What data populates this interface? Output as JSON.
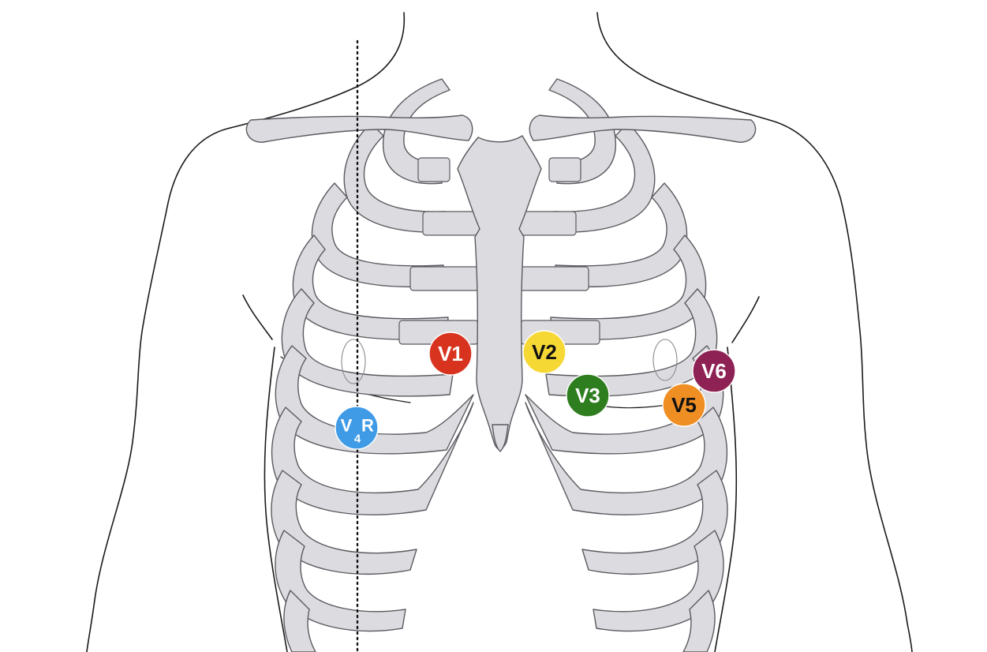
{
  "electrodes": [
    {
      "id": "v1",
      "label": "V1",
      "color": "#d8331f",
      "text_color": "#ffffff"
    },
    {
      "id": "v2",
      "label": "V2",
      "color": "#f6d835",
      "text_color": "#111111"
    },
    {
      "id": "v3",
      "label": "V3",
      "color": "#2e7d1f",
      "text_color": "#ffffff"
    },
    {
      "id": "v5",
      "label": "V5",
      "color": "#ef8f23",
      "text_color": "#111111"
    },
    {
      "id": "v6",
      "label": "V6",
      "color": "#8e2254",
      "text_color": "#ffffff"
    }
  ],
  "v4r": {
    "main": "V",
    "subscript": "4",
    "suffix": "R",
    "color": "#3f9be6",
    "text_color": "#ffffff"
  }
}
